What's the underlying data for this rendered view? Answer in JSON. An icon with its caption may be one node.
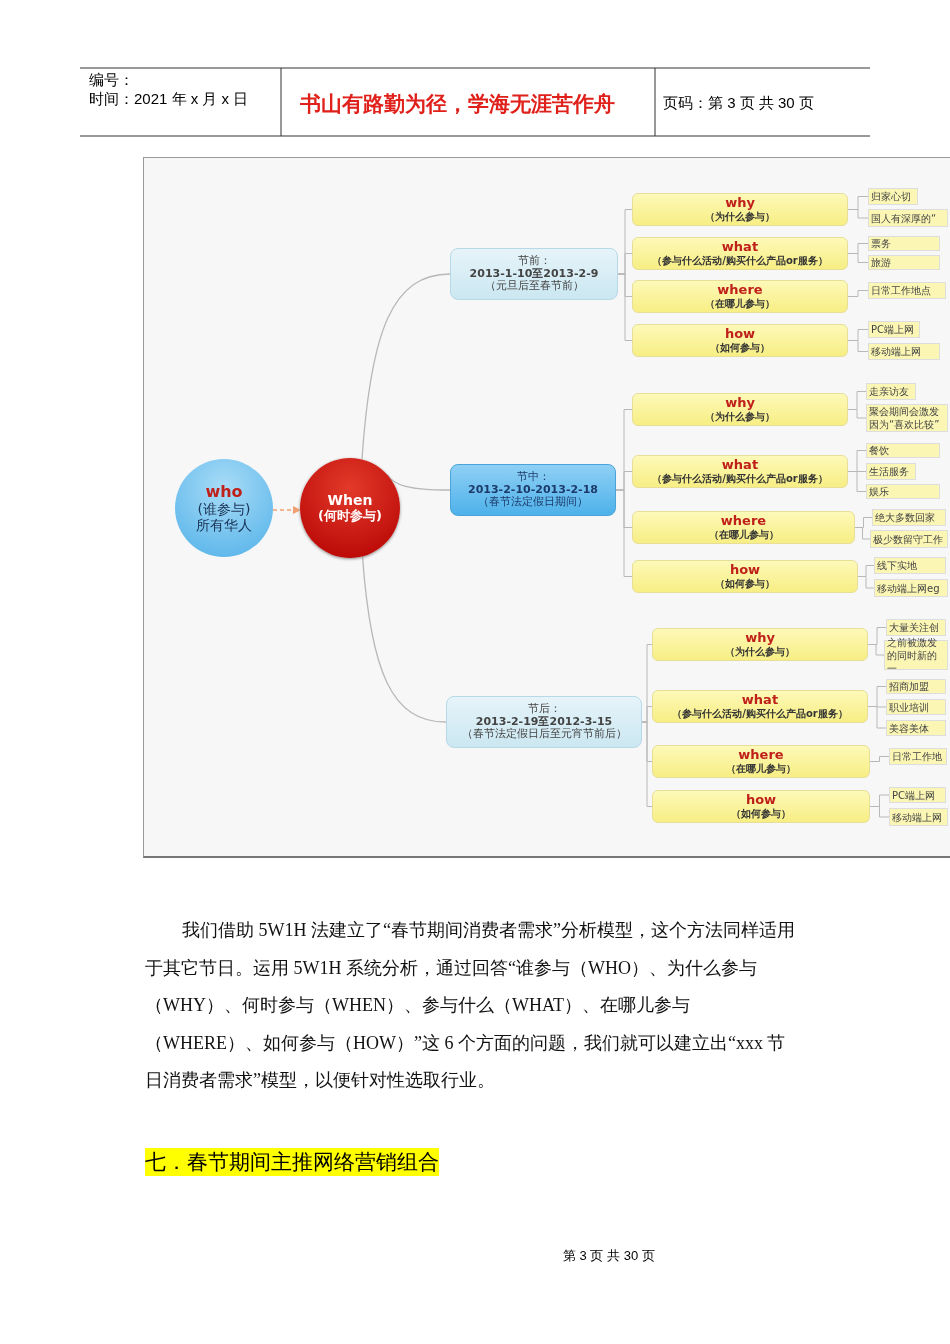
{
  "diagram": {
    "nodes": [
      {
        "text": [
          "who",
          "(谁参与)",
          "所有华人"
        ]
      },
      {
        "text": [
          "When",
          "(何时参与)"
        ]
      },
      {
        "text": [
          "节前：",
          "2013-1-10至2013-2-9",
          "（元旦后至春节前）"
        ]
      },
      {
        "text": [
          "why",
          "（为什么参与）"
        ]
      },
      {
        "text": [
          "归家心切"
        ]
      },
      {
        "text": [
          "国人有深厚的“"
        ]
      },
      {
        "text": [
          "what",
          "（参与什么活动/购买什么产品or服务）"
        ]
      },
      {
        "text": [
          "票务"
        ]
      },
      {
        "text": [
          "旅游"
        ]
      },
      {
        "text": [
          "where",
          "（在哪儿参与）"
        ]
      },
      {
        "text": [
          "日常工作地点"
        ]
      },
      {
        "text": [
          "how",
          "（如何参与）"
        ]
      },
      {
        "text": [
          "PC端上网"
        ]
      },
      {
        "text": [
          "移动端上网"
        ]
      },
      {
        "text": [
          "节中：",
          "2013-2-10-2013-2-18",
          "（春节法定假日期间）"
        ]
      },
      {
        "text": [
          "why",
          "（为什么参与）"
        ]
      },
      {
        "text": [
          "走亲访友"
        ]
      },
      {
        "text": [
          "聚会期间会激发因为“喜欢比较”"
        ]
      },
      {
        "text": [
          "what",
          "（参与什么活动/购买什么产品or服务）"
        ]
      },
      {
        "text": [
          "餐饮"
        ]
      },
      {
        "text": [
          "生活服务"
        ]
      },
      {
        "text": [
          "娱乐"
        ]
      },
      {
        "text": [
          "where",
          "（在哪儿参与）"
        ]
      },
      {
        "text": [
          "绝大多数回家"
        ]
      },
      {
        "text": [
          "极少数留守工作"
        ]
      },
      {
        "text": [
          "how",
          "（如何参与）"
        ]
      },
      {
        "text": [
          "线下实地"
        ]
      },
      {
        "text": [
          "移动端上网eg"
        ]
      },
      {
        "text": [
          "节后：",
          "2013-2-19至2012-3-15",
          "（春节法定假日后至元宵节前后）"
        ]
      },
      {
        "text": [
          "why",
          "（为什么参与）"
        ]
      },
      {
        "text": [
          "大量关注创"
        ]
      },
      {
        "text": [
          "之前被激发的同时新的一"
        ]
      },
      {
        "text": [
          "what",
          "（参与什么活动/购买什么产品or服务）"
        ]
      },
      {
        "text": [
          "招商加盟"
        ]
      },
      {
        "text": [
          "职业培训"
        ]
      },
      {
        "text": [
          "美容美体"
        ]
      },
      {
        "text": [
          "where",
          "（在哪儿参与）"
        ]
      },
      {
        "text": [
          "日常工作地"
        ]
      },
      {
        "text": [
          "how",
          "（如何参与）"
        ]
      },
      {
        "text": [
          "PC端上网"
        ]
      },
      {
        "text": [
          "移动端上网"
        ]
      }
    ],
    "edges": [
      {
        "from": 0,
        "to": 1,
        "arrow": "to",
        "style": "dashed",
        "color": "#f0a070"
      },
      {
        "from": 1,
        "to": 2,
        "arrow": "none"
      },
      {
        "from": 1,
        "to": 14,
        "arrow": "none"
      },
      {
        "from": 1,
        "to": 28,
        "arrow": "none"
      },
      {
        "from": 2,
        "to": 3,
        "arrow": "none"
      },
      {
        "from": 2,
        "to": 6,
        "arrow": "none"
      },
      {
        "from": 2,
        "to": 9,
        "arrow": "none"
      },
      {
        "from": 2,
        "to": 11,
        "arrow": "none"
      },
      {
        "from": 3,
        "to": 4,
        "arrow": "none"
      },
      {
        "from": 3,
        "to": 5,
        "arrow": "none"
      },
      {
        "from": 6,
        "to": 7,
        "arrow": "none"
      },
      {
        "from": 6,
        "to": 8,
        "arrow": "none"
      },
      {
        "from": 9,
        "to": 10,
        "arrow": "none"
      },
      {
        "from": 11,
        "to": 12,
        "arrow": "none"
      },
      {
        "from": 11,
        "to": 13,
        "arrow": "none"
      },
      {
        "from": 14,
        "to": 15,
        "arrow": "none"
      },
      {
        "from": 14,
        "to": 18,
        "arrow": "none"
      },
      {
        "from": 14,
        "to": 22,
        "arrow": "none"
      },
      {
        "from": 14,
        "to": 25,
        "arrow": "none"
      },
      {
        "from": 15,
        "to": 16,
        "arrow": "none"
      },
      {
        "from": 15,
        "to": 17,
        "arrow": "none"
      },
      {
        "from": 18,
        "to": 19,
        "arrow": "none"
      },
      {
        "from": 18,
        "to": 20,
        "arrow": "none"
      },
      {
        "from": 18,
        "to": 21,
        "arrow": "none"
      },
      {
        "from": 22,
        "to": 23,
        "arrow": "none"
      },
      {
        "from": 22,
        "to": 24,
        "arrow": "none"
      },
      {
        "from": 25,
        "to": 26,
        "arrow": "none"
      },
      {
        "from": 25,
        "to": 27,
        "arrow": "none"
      },
      {
        "from": 28,
        "to": 29,
        "arrow": "none"
      },
      {
        "from": 28,
        "to": 32,
        "arrow": "none"
      },
      {
        "from": 28,
        "to": 36,
        "arrow": "none"
      },
      {
        "from": 28,
        "to": 38,
        "arrow": "none"
      },
      {
        "from": 29,
        "to": 30,
        "arrow": "none"
      },
      {
        "from": 29,
        "to": 31,
        "arrow": "none"
      },
      {
        "from": 32,
        "to": 33,
        "arrow": "none"
      },
      {
        "from": 32,
        "to": 34,
        "arrow": "none"
      },
      {
        "from": 32,
        "to": 35,
        "arrow": "none"
      },
      {
        "from": 36,
        "to": 37,
        "arrow": "none"
      },
      {
        "from": 38,
        "to": 39,
        "arrow": "none"
      },
      {
        "from": 38,
        "to": 40,
        "arrow": "none"
      }
    ],
    "labels": [
      "编号：",
      "时间：2021 年 x 月 x 日",
      "书山有路勤为径，学海无涯苦作舟",
      "页码：第 3 页  共 30 页",
      "我们借助 5W1H 法建立了“春节期间消费者需求”分析模型，这个方法同样适用于其它节日。运用 5W1H 系统分析，通过回答“谁参与（WHO）、为什么参与（WHY）、何时参与（WHEN）、参与什么（WHAT）、在哪儿参与（WHERE）、如何参与（HOW）”这 6 个方面的问题，我们就可以建立出“xxx 节日消费者需求”模型，以便针对性选取行业。",
      "七．春节期间主推网络营销组合",
      "第 3 页 共 30 页"
    ]
  }
}
